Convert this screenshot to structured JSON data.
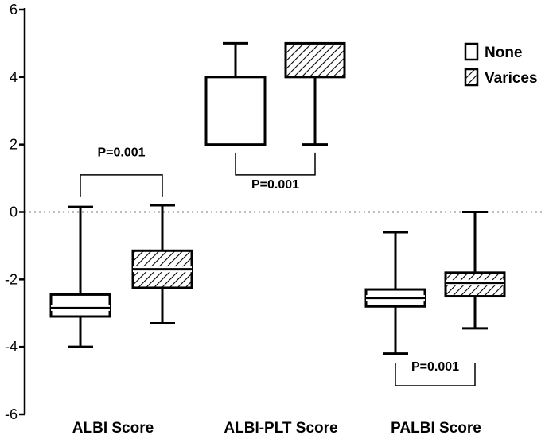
{
  "chart_data": {
    "type": "box",
    "categories": [
      "ALBI Score",
      "ALBI-PLT Score",
      "PALBI Score"
    ],
    "ylim": [
      -6,
      6
    ],
    "yticks": [
      -6,
      -4,
      -2,
      0,
      2,
      4,
      6
    ],
    "ytick_labels": [
      "-6",
      "-4",
      "-2",
      "0",
      "2",
      "4",
      "6"
    ],
    "reference_line": 0,
    "grid": false,
    "legend_position": "top-right",
    "series": [
      {
        "name": "None",
        "fill": "none",
        "boxes": [
          {
            "min": -4.0,
            "q1": -3.1,
            "median": -2.85,
            "q3": -2.45,
            "max": 0.15
          },
          {
            "min": 2.0,
            "q1": 2.0,
            "median": 2.0,
            "q3": 4.0,
            "max": 5.0
          },
          {
            "min": -4.2,
            "q1": -2.8,
            "median": -2.55,
            "q3": -2.3,
            "max": -0.6
          }
        ]
      },
      {
        "name": "Varices",
        "fill": "hatch",
        "boxes": [
          {
            "min": -3.3,
            "q1": -2.25,
            "median": -1.7,
            "q3": -1.15,
            "max": 0.2
          },
          {
            "min": 2.0,
            "q1": 4.0,
            "median": 4.0,
            "q3": 5.0,
            "max": 5.0
          },
          {
            "min": -3.45,
            "q1": -2.5,
            "median": -2.1,
            "q3": -1.8,
            "max": 0.0
          }
        ]
      }
    ],
    "annotations": [
      {
        "text": "P=0.001",
        "category": 0,
        "y_bracket": 1.1,
        "y_text": 1.65,
        "direction": "down"
      },
      {
        "text": "P=0.001",
        "category": 1,
        "y_bracket": 1.1,
        "y_text": 0.7,
        "direction": "up"
      },
      {
        "text": "P=0.001",
        "category": 2,
        "y_bracket": -5.15,
        "y_text": -4.7,
        "direction": "up"
      }
    ]
  },
  "colors": {
    "stroke": "#000000",
    "background": "#ffffff"
  }
}
